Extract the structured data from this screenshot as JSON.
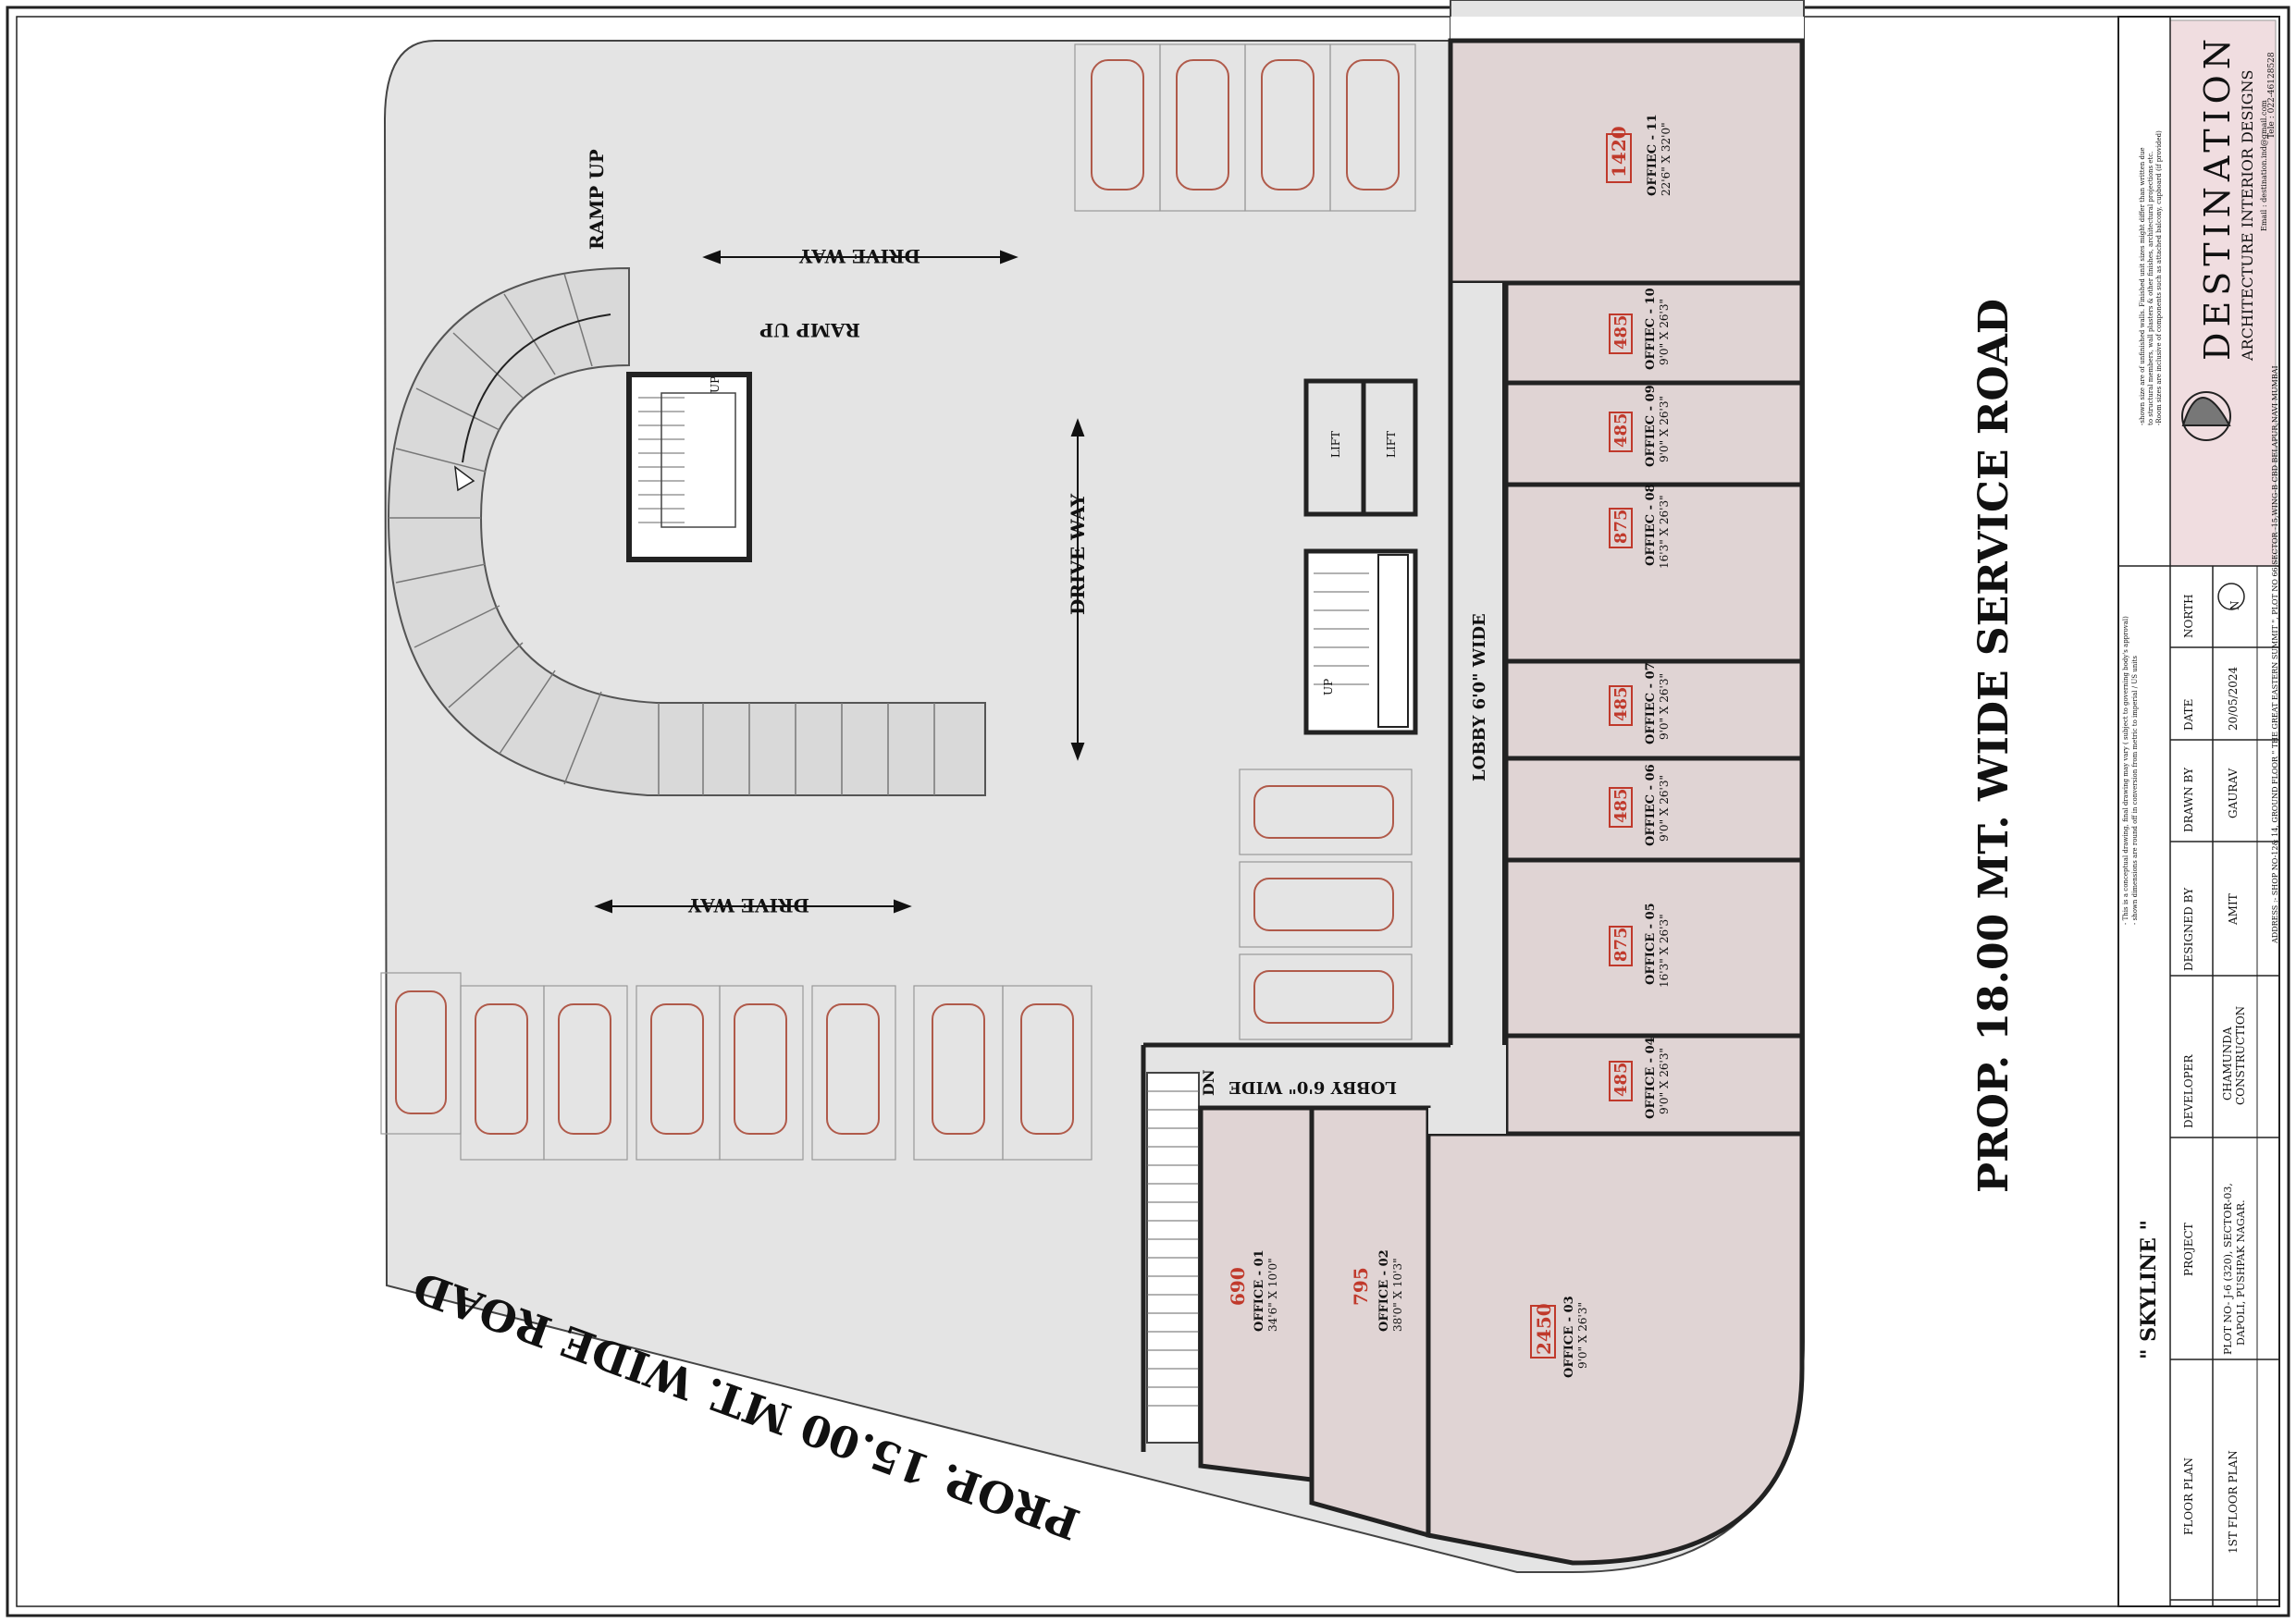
{
  "roads": {
    "east": "PROP. 18.00 MT. WIDE SERVICE ROAD",
    "south": "PROP. 15.00 MT. WIDE ROAD"
  },
  "circulation": {
    "ramp_up": "RAMP UP",
    "drive_way": "DRIVE WAY",
    "lobby": "LOBBY 6'0\" WIDE",
    "lift": "LIFT",
    "up": "UP",
    "dn": "DN"
  },
  "units": [
    {
      "id": "office-11",
      "name": "OFFIEC - 11",
      "size": "22'6\" X 32'0\"",
      "area": "1420"
    },
    {
      "id": "office-10",
      "name": "OFFIEC - 10",
      "size": "9'0\" X 26'3\"",
      "area": "485"
    },
    {
      "id": "office-09",
      "name": "OFFIEC - 09",
      "size": "9'0\" X 26'3\"",
      "area": "485"
    },
    {
      "id": "office-08",
      "name": "OFFIEC - 08",
      "size": "16'3\" X 26'3\"",
      "area": "875"
    },
    {
      "id": "office-07",
      "name": "OFFIEC - 07",
      "size": "9'0\" X 26'3\"",
      "area": "485"
    },
    {
      "id": "office-06",
      "name": "OFFIEC - 06",
      "size": "9'0\" X 26'3\"",
      "area": "485"
    },
    {
      "id": "office-05",
      "name": "OFFICE - 05",
      "size": "16'3\" X 26'3\"",
      "area": "875"
    },
    {
      "id": "office-04",
      "name": "OFFICE - 04",
      "size": "9'0\" X 26'3\"",
      "area": "485"
    },
    {
      "id": "office-03",
      "name": "OFFICE - 03",
      "size": "9'0\" X 26'3\"",
      "area": "2450"
    },
    {
      "id": "office-02",
      "name": "OFFICE - 02",
      "size": "38'0\" X 10'3\"",
      "area": "795"
    },
    {
      "id": "office-01",
      "name": "OFFICE - 01",
      "size": "34'6\" X 10'0\"",
      "area": "690"
    }
  ],
  "title_block": {
    "project_name": "\" SKYLINE \"",
    "floor_plan_label": "FLOOR PLAN",
    "floor_plan_value": "1ST FLOOR PLAN",
    "project_label": "PROJECT",
    "project_value_1": "PLOT NO- J-6 (320), SECTOR-03,",
    "project_value_2": "DAPOLI, PUSHPAK NAGAR.",
    "developer_label": "DEVELOPER",
    "developer_value_1": "CHAMUNDA",
    "developer_value_2": "CONSTRUCTION",
    "designed_by_label": "DESIGNED BY",
    "designed_by_value": "AMIT",
    "drawn_by_label": "DRAWN BY",
    "drawn_by_value": "GAURAV",
    "date_label": "DATE",
    "date_value": "20/05/2024",
    "north_label": "NORTH",
    "north_letter": "N",
    "notes": [
      "- This is a conceptual drawing, final drawing may vary ( subject to governing body's approval)",
      "- shown dimensions are round off in conversion from metric to imperial / US units",
      "-shown size are of unfinished walls. Finished unit sizes might differ than written due",
      "to structural members, wall plasters & other finishes, architectural projections etc.",
      "-Room sizes are inclusive of components such as attached balcony, cupboard (if provided)"
    ],
    "company_name": "DESTINATION",
    "company_tagline": "ARCHITECTURE  INTERIOR  DESIGNS",
    "company_email": "Email : destination.ind@gmail.com",
    "company_tele": "Tele : 022-46128528",
    "address": "ADDRESS :- SHOP NO-12& 14, GROUND FLOOR \" THE GREAT EASTERN SUMMIT \", PLOT NO 66,SECTOR -15,WING-B CBD BELAPUR,NAVI MUMBAI"
  },
  "colors": {
    "unit_fill": "#e0d4d4",
    "common_fill": "#e4e4e4",
    "ramp_fill": "#d9d9d9",
    "accent_red": "#c0392b",
    "wall": "#222222",
    "logo_bg": "#f0dde0",
    "car_line": "#b05a4a"
  }
}
